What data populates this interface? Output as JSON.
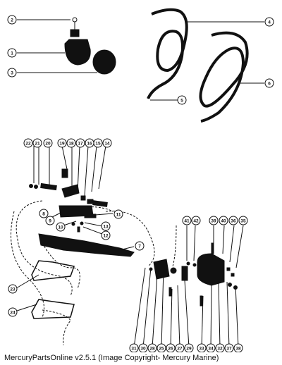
{
  "callouts": [
    "1",
    "2",
    "3",
    "4",
    "5",
    "6",
    "7",
    "8",
    "9",
    "10",
    "11",
    "12",
    "13",
    "14",
    "15",
    "16",
    "17",
    "18",
    "19",
    "20",
    "21",
    "22",
    "23",
    "24",
    "25",
    "26",
    "27",
    "28",
    "29",
    "30",
    "31",
    "32",
    "33",
    "34",
    "35",
    "36",
    "37",
    "38",
    "39",
    "40",
    "41",
    "42"
  ],
  "footer": {
    "text": "MercuryPartsOnline v2.5.1 (Image Copyright- Mercury Marine)"
  },
  "colors": {
    "ink": "#111111",
    "paper": "#ffffff"
  }
}
